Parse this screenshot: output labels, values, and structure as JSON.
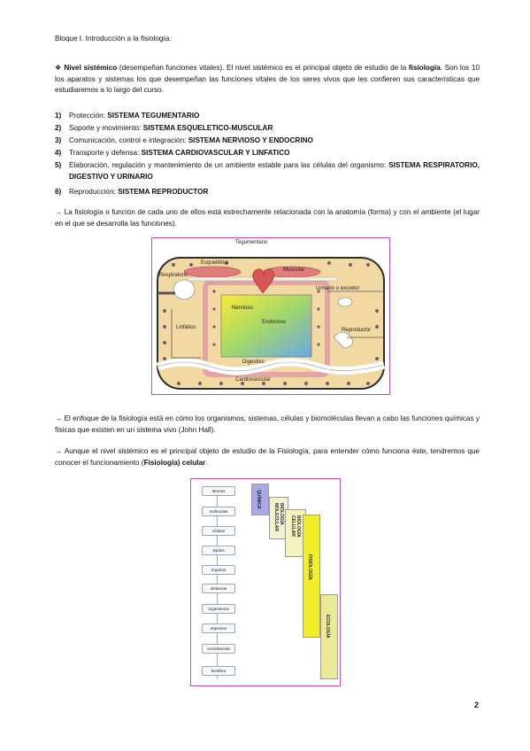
{
  "header": {
    "title": "Bloque I. Introducción a la fisiología."
  },
  "intro": {
    "bullet": "❖",
    "bold_term": "Nivel sistémico",
    "rest": " (desempeñan funciones vitales). El nivel sistémico es el principal objeto de estudio de la ",
    "bold_term2": "fisiología",
    "rest2": ". Son los 10 los aparatos y sistemas los que desempeñan las funciones vitales de los seres vivos que les confieren sus características que estudiaremos a lo largo del curso."
  },
  "items": [
    {
      "num": "1)",
      "text": "Protección: ",
      "bold": "SISTEMA TEGUMENTARIO"
    },
    {
      "num": "2)",
      "text": "Soporte y movimiento: ",
      "bold": "SISTEMA ESQUELETICO-MUSCULAR"
    },
    {
      "num": "3)",
      "text": "Comunicación, control e integración: ",
      "bold": "SISTEMA NERVIOSO Y ENDOCRINO"
    },
    {
      "num": "4)",
      "text": "Transporte y defensa: ",
      "bold": "SISTEMA CARDIOVASCULAR Y LINFATICO"
    },
    {
      "num": "5)",
      "text": "Elaboración, regulación y mantenimiento de un ambiente estable para las células del organismo: ",
      "bold": "SISTEMA RESPIRATORIO, DIGESTIVO Y URINARIO"
    },
    {
      "num": "6)",
      "text": "Reproducción: ",
      "bold": "SISTEMA REPRODUCTOR"
    }
  ],
  "para1": "→ La fisiología o función de cada uno de ellos está estrechamente relacionada con la anatomía (forma) y con el ambiente (el lugar en el que se desarrolla las funciones).",
  "figure1": {
    "labels": {
      "tegumentario": "Tegumentario",
      "esqueletico": "Esquelético",
      "muscular": "Muscular",
      "respiratorio": "Respiratorio",
      "urinario": "Urinario o excretor",
      "nervioso": "Nervioso",
      "endocrino": "Endocrino",
      "linfatico": "Linfático",
      "reproductor": "Reproductor",
      "digestivo": "Digestivo",
      "cardiovascular": "Cardiovascular"
    }
  },
  "para2": "→ El enfoque de la fisiología está en cómo los organismos, sistemas, células y biomoléculas llevan a cabo las funciones químicas y físicas que existen en un sistema vivo (John Hall).",
  "para3_pre": "→ Aunque el nivel sistémico es el principal objeto de estudio de la Fisiología, para entender cómo funciona éste, tendremos que conocer el funcionamiento (",
  "para3_bold": "Fisiología) celular",
  "para3_post": ".",
  "figure2": {
    "levels": [
      "átomos",
      "moléculas",
      "células",
      "tejidos",
      "órganos",
      "sistemas",
      "organismos",
      "especies",
      "ecosistemas",
      "biosfera"
    ],
    "bands": [
      {
        "label": "QUÍMICA",
        "color": "#a9a8e8"
      },
      {
        "label": "BIOLOGÍA MOLECULAR",
        "color": "#f3f2d0"
      },
      {
        "label": "BIOLOGÍA CELULAR",
        "color": "#f5f3bd"
      },
      {
        "label": "FISIOLOGÍA",
        "color": "#f2ee2a"
      },
      {
        "label": "ECOLOGÍA",
        "color": "#eaea96"
      }
    ]
  },
  "page_number": "2"
}
